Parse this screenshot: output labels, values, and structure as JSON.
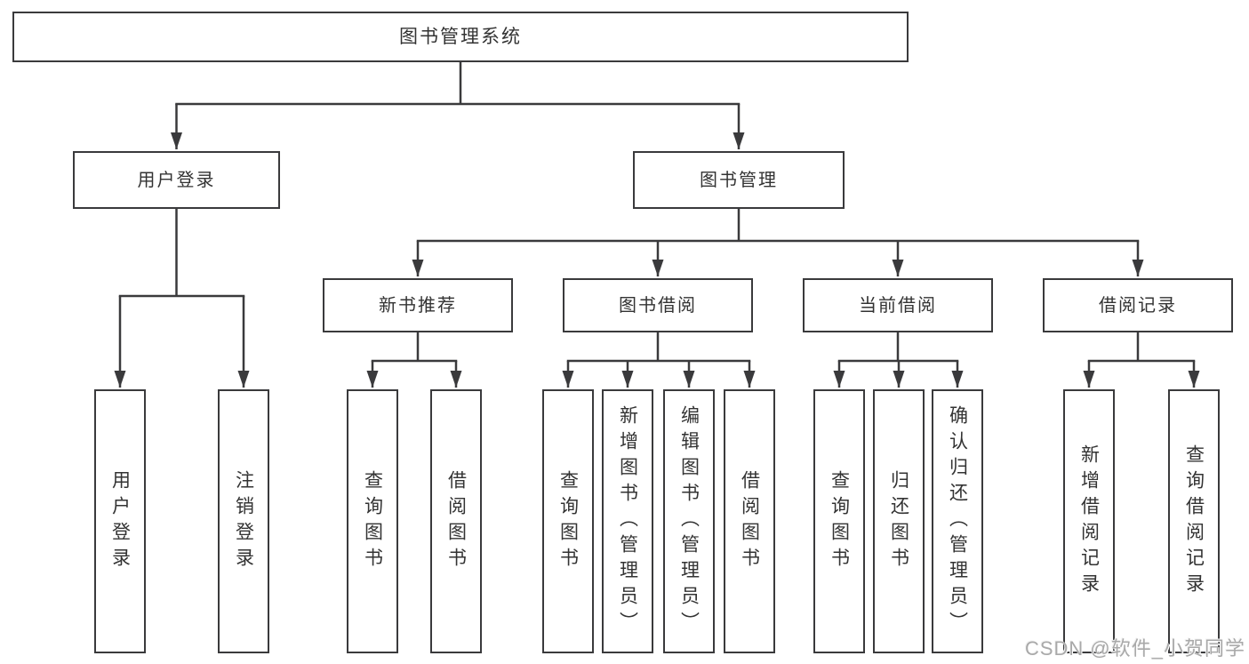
{
  "nodes": {
    "root": {
      "label": "图书管理系统"
    },
    "user_login": {
      "label": "用户登录"
    },
    "book_management": {
      "label": "图书管理"
    },
    "new_book_recommend": {
      "label": "新书推荐"
    },
    "book_borrow": {
      "label": "图书借阅"
    },
    "current_borrow": {
      "label": "当前借阅"
    },
    "borrow_records": {
      "label": "借阅记录"
    },
    "leaves": {
      "user_login": {
        "label": "用户登录"
      },
      "logout": {
        "label": "注销登录"
      },
      "rec_query_books": {
        "label": "查询图书"
      },
      "rec_borrow_books": {
        "label": "借阅图书"
      },
      "bb_query_books": {
        "label": "查询图书"
      },
      "bb_add_books": {
        "label": "新增图书（管理员）"
      },
      "bb_edit_books": {
        "label": "编辑图书（管理员）"
      },
      "bb_borrow_books": {
        "label": "借阅图书"
      },
      "cb_query_books": {
        "label": "查询图书"
      },
      "cb_return_books": {
        "label": "归还图书"
      },
      "cb_confirm_return": {
        "label": "确认归还（管理员）"
      },
      "br_add_record": {
        "label": "新增借阅记录"
      },
      "br_query_record": {
        "label": "查询借阅记录"
      }
    }
  },
  "edges": [
    [
      "图书管理系统",
      "用户登录"
    ],
    [
      "图书管理系统",
      "图书管理"
    ],
    [
      "用户登录",
      "用户登录(叶)"
    ],
    [
      "用户登录",
      "注销登录"
    ],
    [
      "图书管理",
      "新书推荐"
    ],
    [
      "图书管理",
      "图书借阅"
    ],
    [
      "图书管理",
      "当前借阅"
    ],
    [
      "图书管理",
      "借阅记录"
    ],
    [
      "新书推荐",
      "查询图书"
    ],
    [
      "新书推荐",
      "借阅图书"
    ],
    [
      "图书借阅",
      "查询图书"
    ],
    [
      "图书借阅",
      "新增图书（管理员）"
    ],
    [
      "图书借阅",
      "编辑图书（管理员）"
    ],
    [
      "图书借阅",
      "借阅图书"
    ],
    [
      "当前借阅",
      "查询图书"
    ],
    [
      "当前借阅",
      "归还图书"
    ],
    [
      "当前借阅",
      "确认归还（管理员）"
    ],
    [
      "借阅记录",
      "新增借阅记录"
    ],
    [
      "借阅记录",
      "查询借阅记录"
    ]
  ],
  "watermark": {
    "text": "CSDN @软件_小贺同学"
  },
  "colors": {
    "line": "#3a3a3c",
    "box_border": "#3a3a3c",
    "box_fill": "#ffffff",
    "text": "#333333",
    "watermark": "#a9a9a9",
    "background": "#ffffff"
  }
}
